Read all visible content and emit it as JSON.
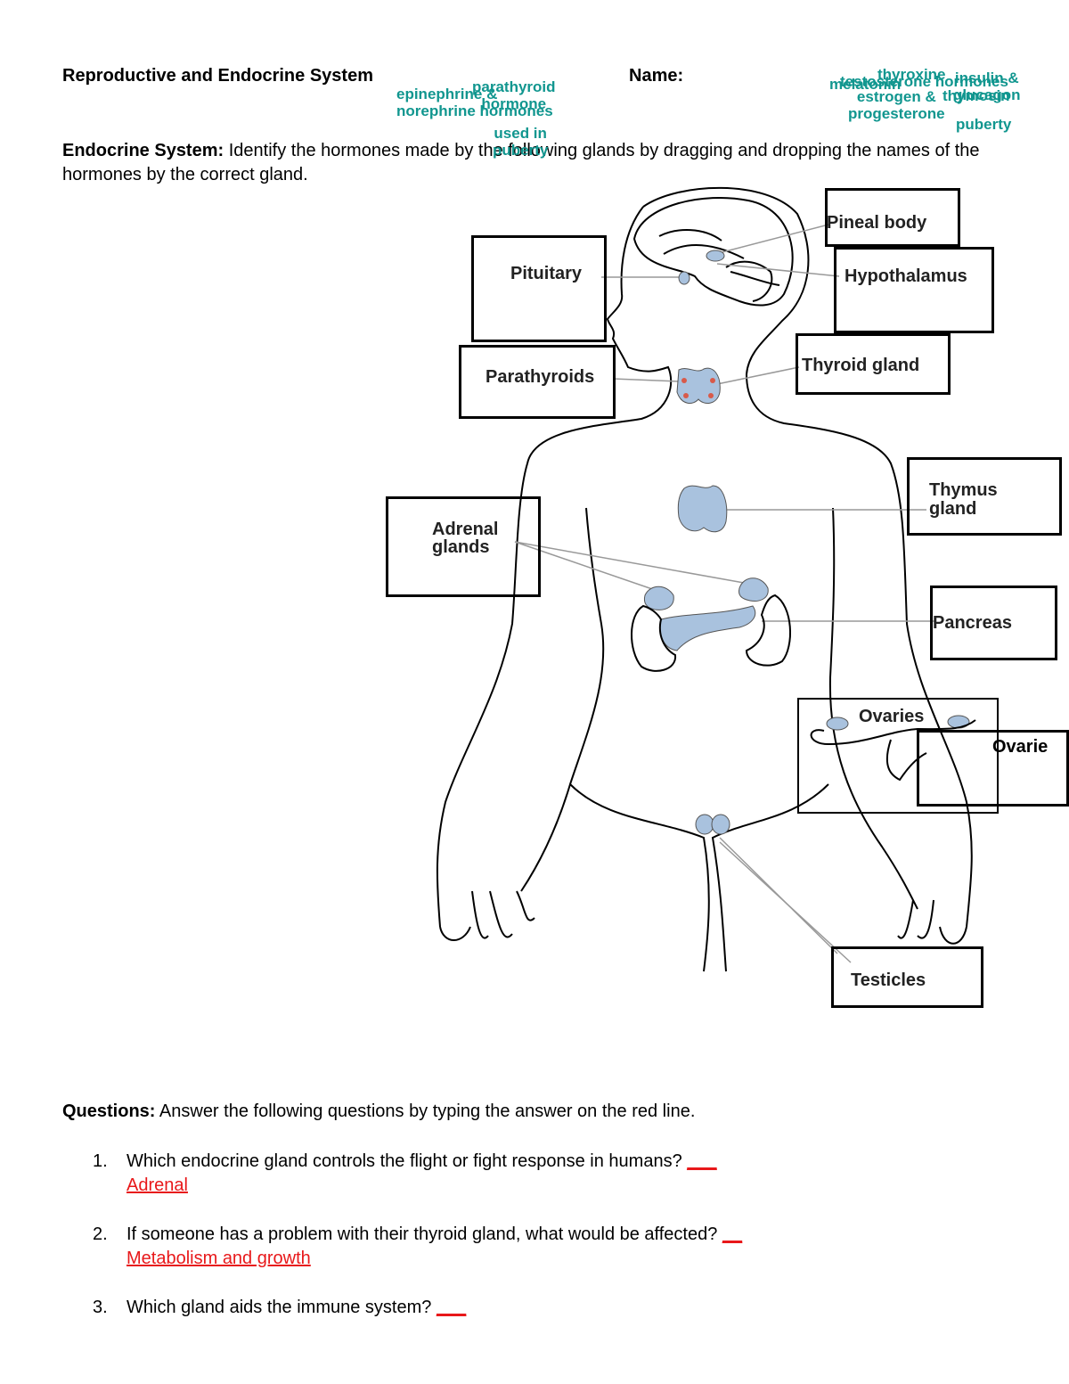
{
  "header": {
    "title": "Reproductive and Endocrine System",
    "name_label": "Name:"
  },
  "instructions": {
    "heading": "Endocrine System:",
    "text": " Identify the hormones made by the following glands by dragging and dropping the names of the hormones by the correct gland."
  },
  "hormone_chips": [
    {
      "label": "epinephrine &\nnorephrine hormones"
    },
    {
      "label": "parathyroid\nhormone"
    },
    {
      "label": "used in\npuberty"
    },
    {
      "label": "melatonin"
    },
    {
      "label": "testosterone hormones"
    },
    {
      "label": "thyroxine"
    },
    {
      "label": "insulin &\nglucagon"
    },
    {
      "label": "estrogen &\nprogesterone"
    },
    {
      "label": "thymosin"
    },
    {
      "label": "puberty"
    }
  ],
  "glands": {
    "pineal": "Pineal body",
    "pituitary": "Pituitary",
    "hypothalamus": "Hypothalamus",
    "parathyroids": "Parathyroids",
    "thyroid": "Thyroid gland",
    "thymus_1": "Thymus",
    "thymus_2": "gland",
    "adrenal_1": "Adrenal",
    "adrenal_2": "glands",
    "pancreas": "Pancreas",
    "ovaries": "Ovaries",
    "ovarie_box": "Ovarie",
    "testicles": "Testicles"
  },
  "questions": {
    "heading": "Questions:",
    "intro": "  Answer the following questions by typing the answer on the red line.",
    "items": [
      {
        "num": "1.",
        "text": "Which endocrine gland controls the flight or fight response in humans?",
        "blank": "___",
        "answer": "Adrenal "
      },
      {
        "num": "2.",
        "text": "If someone has a problem with their thyroid gland, what would be affected?",
        "blank": "__",
        "answer": "Metabolism and growth "
      },
      {
        "num": "3.",
        "text": "Which gland aids the immune system?",
        "blank": "___",
        "answer": ""
      }
    ]
  },
  "colors": {
    "chip": "#11968f",
    "answer": "#e8181a",
    "gland_fill": "#a9c2de"
  }
}
